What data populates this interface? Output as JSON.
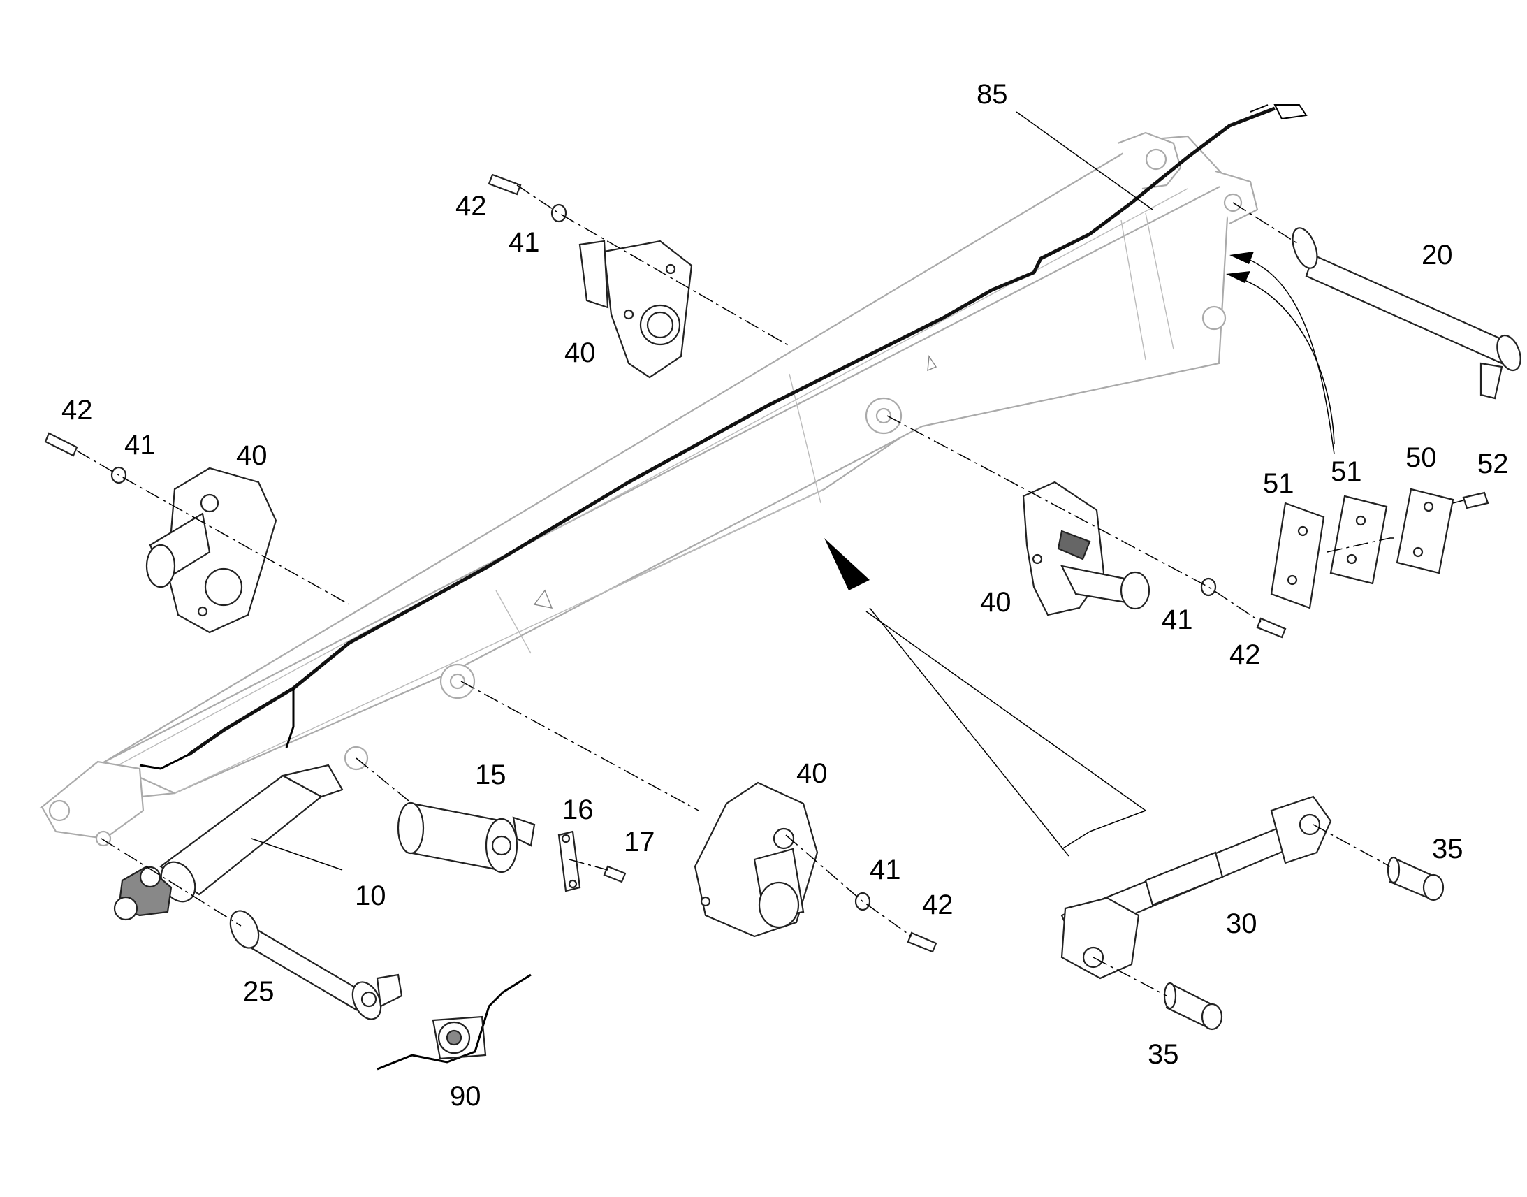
{
  "callouts": [
    {
      "id": "c85",
      "text": "85"
    },
    {
      "id": "c20",
      "text": "20"
    },
    {
      "id": "c42_a",
      "text": "42"
    },
    {
      "id": "c41_a",
      "text": "41"
    },
    {
      "id": "c40_a",
      "text": "40"
    },
    {
      "id": "c42_b",
      "text": "42"
    },
    {
      "id": "c41_b",
      "text": "41"
    },
    {
      "id": "c40_b",
      "text": "40"
    },
    {
      "id": "c51_a",
      "text": "51"
    },
    {
      "id": "c51_b",
      "text": "51"
    },
    {
      "id": "c50",
      "text": "50"
    },
    {
      "id": "c52",
      "text": "52"
    },
    {
      "id": "c40_c",
      "text": "40"
    },
    {
      "id": "c41_c",
      "text": "41"
    },
    {
      "id": "c42_c",
      "text": "42"
    },
    {
      "id": "c15",
      "text": "15"
    },
    {
      "id": "c16",
      "text": "16"
    },
    {
      "id": "c17",
      "text": "17"
    },
    {
      "id": "c40_d",
      "text": "40"
    },
    {
      "id": "c10",
      "text": "10"
    },
    {
      "id": "c41_d",
      "text": "41"
    },
    {
      "id": "c42_d",
      "text": "42"
    },
    {
      "id": "c35_a",
      "text": "35"
    },
    {
      "id": "c30",
      "text": "30"
    },
    {
      "id": "c25",
      "text": "25"
    },
    {
      "id": "c35_b",
      "text": "35"
    },
    {
      "id": "c90",
      "text": "90"
    }
  ]
}
